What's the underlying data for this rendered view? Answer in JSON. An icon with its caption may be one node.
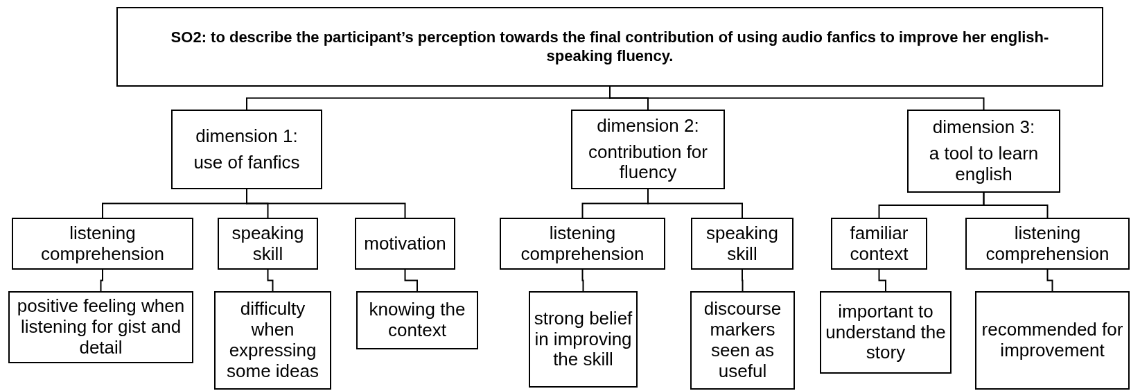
{
  "diagram": {
    "nodes": [
      {
        "text": [
          "SO2: to describe the participant’s perception towards the final contribution of using audio fanfics to improve her english-speaking fluency."
        ]
      },
      {
        "text": [
          "dimension 1:",
          "use of fanfics"
        ]
      },
      {
        "text": [
          "dimension 2:",
          "contribution for fluency"
        ]
      },
      {
        "text": [
          "dimension 3:",
          "a tool to learn english"
        ]
      },
      {
        "text": [
          "listening comprehension"
        ]
      },
      {
        "text": [
          "speaking skill"
        ]
      },
      {
        "text": [
          "motivation"
        ]
      },
      {
        "text": [
          "listening comprehension"
        ]
      },
      {
        "text": [
          "speaking skill"
        ]
      },
      {
        "text": [
          "familiar context"
        ]
      },
      {
        "text": [
          "listening comprehension"
        ]
      },
      {
        "text": [
          "positive feeling when listening for gist and detail"
        ]
      },
      {
        "text": [
          "difficulty when expressing some ideas"
        ]
      },
      {
        "text": [
          "knowing the context"
        ]
      },
      {
        "text": [
          "strong belief in improving the skill"
        ]
      },
      {
        "text": [
          "discourse markers seen as useful"
        ]
      },
      {
        "text": [
          "important to understand the story"
        ]
      },
      {
        "text": [
          "recommended for improvement"
        ]
      }
    ],
    "edges": [
      {
        "from": 0,
        "to": 1,
        "arrow": "none"
      },
      {
        "from": 0,
        "to": 2,
        "arrow": "none"
      },
      {
        "from": 0,
        "to": 3,
        "arrow": "none"
      },
      {
        "from": 1,
        "to": 4,
        "arrow": "none"
      },
      {
        "from": 1,
        "to": 5,
        "arrow": "none"
      },
      {
        "from": 1,
        "to": 6,
        "arrow": "none"
      },
      {
        "from": 2,
        "to": 7,
        "arrow": "none"
      },
      {
        "from": 2,
        "to": 8,
        "arrow": "none"
      },
      {
        "from": 3,
        "to": 9,
        "arrow": "none"
      },
      {
        "from": 3,
        "to": 10,
        "arrow": "none"
      },
      {
        "from": 4,
        "to": 11,
        "arrow": "none"
      },
      {
        "from": 5,
        "to": 12,
        "arrow": "none"
      },
      {
        "from": 6,
        "to": 13,
        "arrow": "none"
      },
      {
        "from": 7,
        "to": 14,
        "arrow": "none"
      },
      {
        "from": 8,
        "to": 15,
        "arrow": "none"
      },
      {
        "from": 9,
        "to": 16,
        "arrow": "none"
      },
      {
        "from": 10,
        "to": 17,
        "arrow": "none"
      }
    ]
  }
}
